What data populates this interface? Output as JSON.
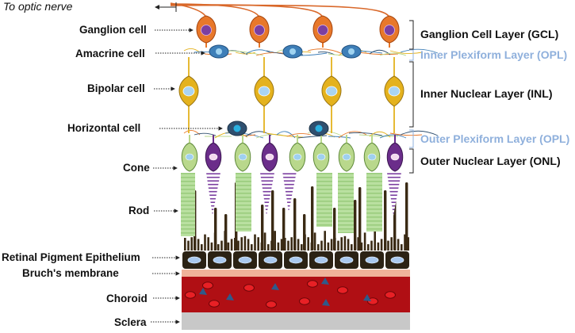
{
  "title": "",
  "optic_label": "To optic nerve",
  "left_labels": {
    "ganglion": "Ganglion cell",
    "amacrine": "Amacrine cell",
    "bipolar": "Bipolar cell",
    "horizontal": "Horizontal cell",
    "cone": "Cone",
    "rod": "Rod",
    "rpe": "Retinal Pigment Epithelium",
    "bruch": "Bruch's membrane",
    "choroid": "Choroid",
    "sclera": "Sclera"
  },
  "layer_labels": {
    "gcl": "Ganglion Cell Layer (GCL)",
    "ipl": "Inner Plexiform Layer (OPL)",
    "inl": "Inner Nuclear Layer (INL)",
    "opl": "Outer Plexiform Layer (OPL)",
    "onl": "Outer Nuclear Layer (ONL)"
  },
  "colors": {
    "ganglion_fill": "#e8782a",
    "ganglion_nucleus": "#7b3fa0",
    "nerve_fiber": "#d9682a",
    "amacrine_fill": "#3e7fb8",
    "bipolar_fill": "#e4b21e",
    "horizontal_fill": "#2f4f6f",
    "cone_fill": "#b9d88c",
    "rod_cell_fill": "#6b2d8a",
    "rod_segment": "#a4d68a",
    "cone_stripe": "#7b3fa0",
    "microvilli": "#3a2a14",
    "rpe_fill": "#2b2214",
    "rpe_nucleus": "#a9c8ee",
    "bruch": "#f0b39a",
    "choroid": "#b00f14",
    "sclera": "#c8c8c8",
    "muted_label": "#8fb0dc"
  }
}
